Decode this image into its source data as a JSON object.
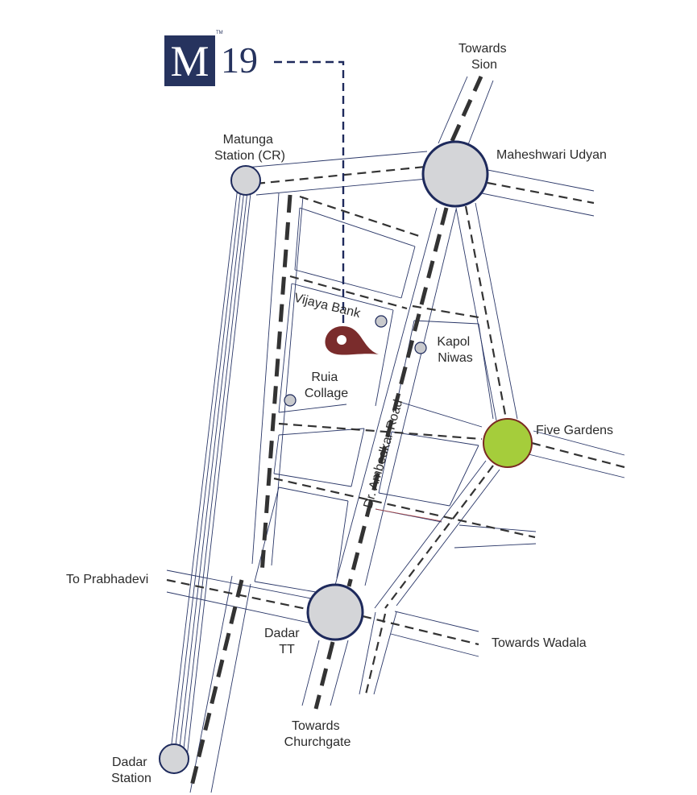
{
  "brand": {
    "mark": "M",
    "number": "19",
    "tm": "TM",
    "color": "#26335e"
  },
  "labels": {
    "towards_sion": [
      "Towards",
      "Sion"
    ],
    "matunga_station": [
      "Matunga",
      "Station (CR)"
    ],
    "maheshwari_udyan": "Maheshwari Udyan",
    "vijaya_bank": "Vijaya Bank",
    "kapol_niwas": [
      "Kapol",
      "Niwas"
    ],
    "ruia_college": [
      "Ruia",
      "Collage"
    ],
    "dr_ambedkar_road": "Dr. Ambedkar Road",
    "five_gardens": "Five Gardens",
    "to_prabhadevi": "To Prabhadevi",
    "dadar_tt": [
      "Dadar",
      "TT"
    ],
    "towards_wadala": "Towards Wadala",
    "towards_churchgate": [
      "Towards",
      "Churchgate"
    ],
    "dadar_station": [
      "Dadar",
      "Station"
    ]
  },
  "icons": {
    "location_pin": "location-pin-icon",
    "landmark_dot": "landmark-dot-icon"
  },
  "colors": {
    "road_outline": "#2a3768",
    "circle_fill": "#d4d5d8",
    "circle_stroke": "#1e2a5c",
    "five_gardens_fill": "#a5cd3b",
    "five_gardens_stroke": "#7a2a22",
    "pin_color": "#7a2c2c",
    "route_dash": "#1e2a5c"
  }
}
